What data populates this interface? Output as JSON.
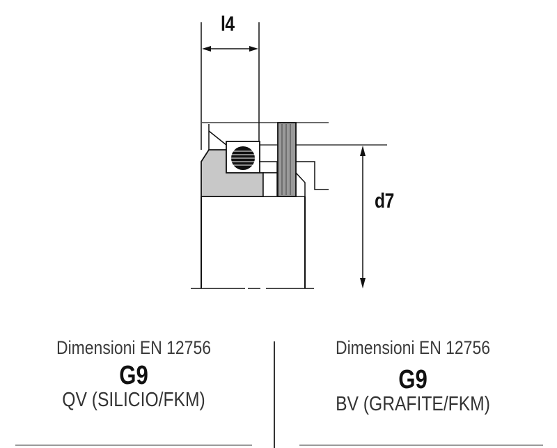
{
  "drawing": {
    "label_width": "l4",
    "label_diameter": "d7"
  },
  "left_spec": {
    "standard": "Dimensioni EN 12756",
    "code": "G9",
    "material": "QV (SILICIO/FKM)"
  },
  "right_spec": {
    "standard": "Dimensioni EN 12756",
    "code": "G9",
    "material": "BV (GRAFITE/FKM)"
  },
  "colors": {
    "line": "#111111",
    "fill_gray": "#c8c8c8",
    "divider": "#333333"
  }
}
